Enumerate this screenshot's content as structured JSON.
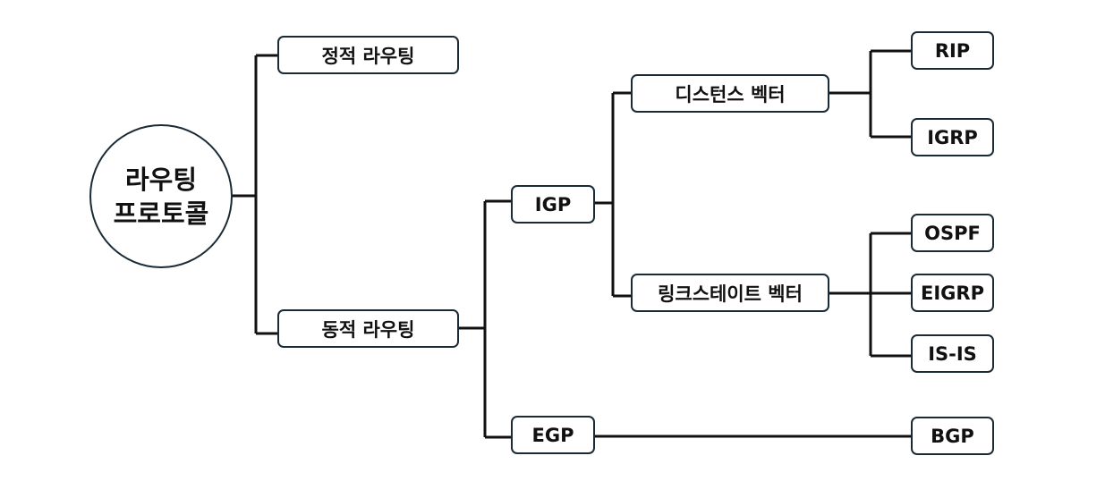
{
  "root": {
    "line1": "라우팅",
    "line2": "프로토콜"
  },
  "nodes": {
    "static_routing": "정적 라우팅",
    "dynamic_routing": "동적 라우팅",
    "igp": "IGP",
    "egp": "EGP",
    "distance_vector": "디스턴스 벡터",
    "link_state": "링크스테이트 벡터",
    "rip": "RIP",
    "igrp": "IGRP",
    "ospf": "OSPF",
    "eigrp": "EIGRP",
    "isis": "IS-IS",
    "bgp": "BGP"
  },
  "colors": {
    "border": "#1b2b36",
    "line": "#111111",
    "text": "#111111"
  }
}
